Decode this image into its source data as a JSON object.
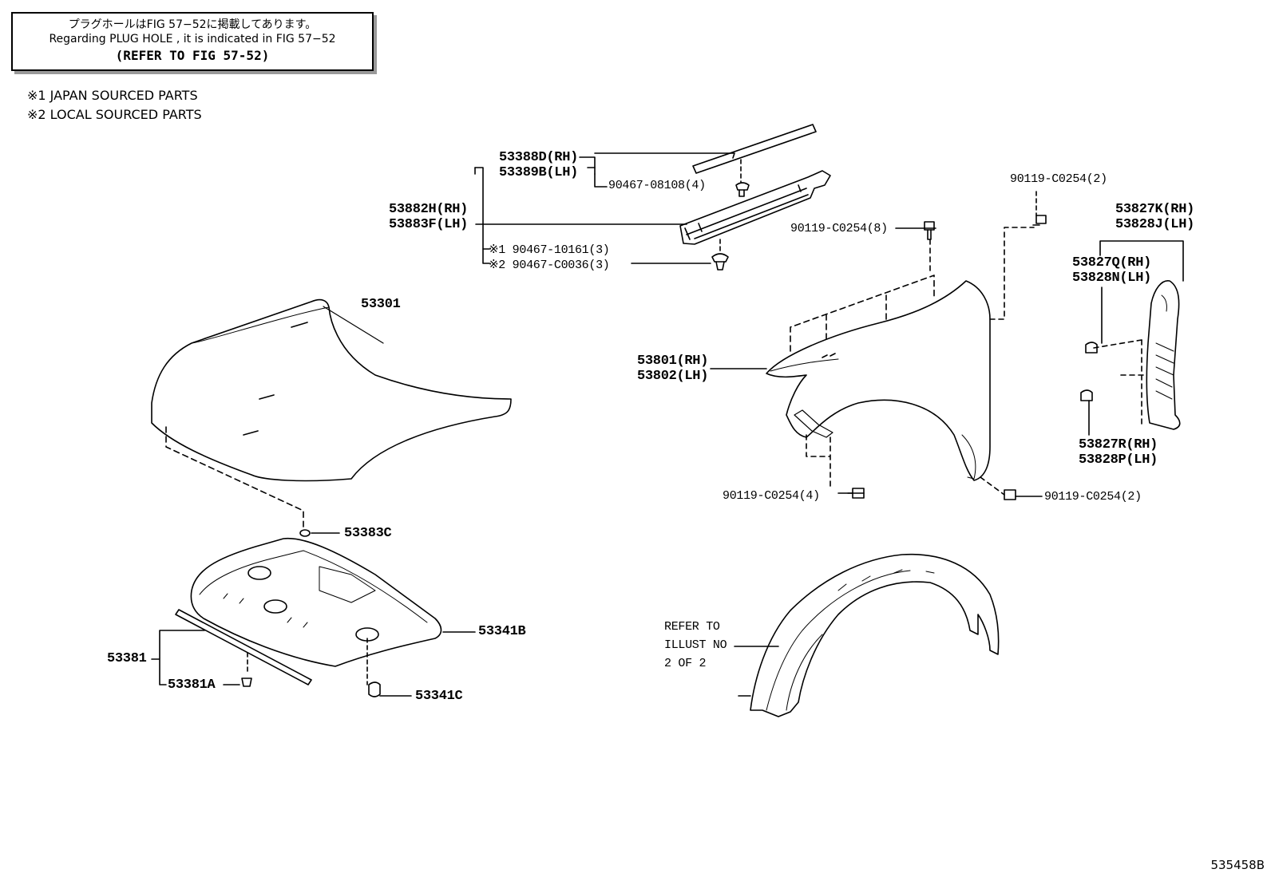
{
  "notice": {
    "line1": "プラグホールはFIG 57−52に掲載してあります。",
    "line2": "Regarding PLUG HOLE , it is indicated in FIG 57−52",
    "line3": "(REFER TO FIG 57-52)"
  },
  "legend": {
    "japan": "※1 JAPAN SOURCED PARTS",
    "local": "※2 LOCAL SOURCED PARTS"
  },
  "parts": {
    "p53388d": "53388D(RH)",
    "p53389b": "53389B(LH)",
    "p53882h": "53882H(RH)",
    "p53883f": "53883F(LH)",
    "p9046708108": "90467-08108(4)",
    "p9046710161": "※1 90467-10161(3)",
    "p90467c0036": "※2 90467-C0036(3)",
    "p53301": "53301",
    "p90119_top2": "90119-C0254(2)",
    "p90119_8": "90119-C0254(8)",
    "p53827k": "53827K(RH)",
    "p53828j": "53828J(LH)",
    "p53827q": "53827Q(RH)",
    "p53828n": "53828N(LH)",
    "p53801": "53801(RH)",
    "p53802": "53802(LH)",
    "p53827r": "53827R(RH)",
    "p53828p": "53828P(LH)",
    "p90119_4": "90119-C0254(4)",
    "p90119_bot2": "90119-C0254(2)",
    "p53383c": "53383C",
    "p53341b": "53341B",
    "p53381": "53381",
    "p53381a": "53381A",
    "p53341c": "53341C",
    "refer1": "REFER TO",
    "refer2": "ILLUST NO",
    "refer3": "2 OF 2"
  },
  "figure_number": "535458B"
}
